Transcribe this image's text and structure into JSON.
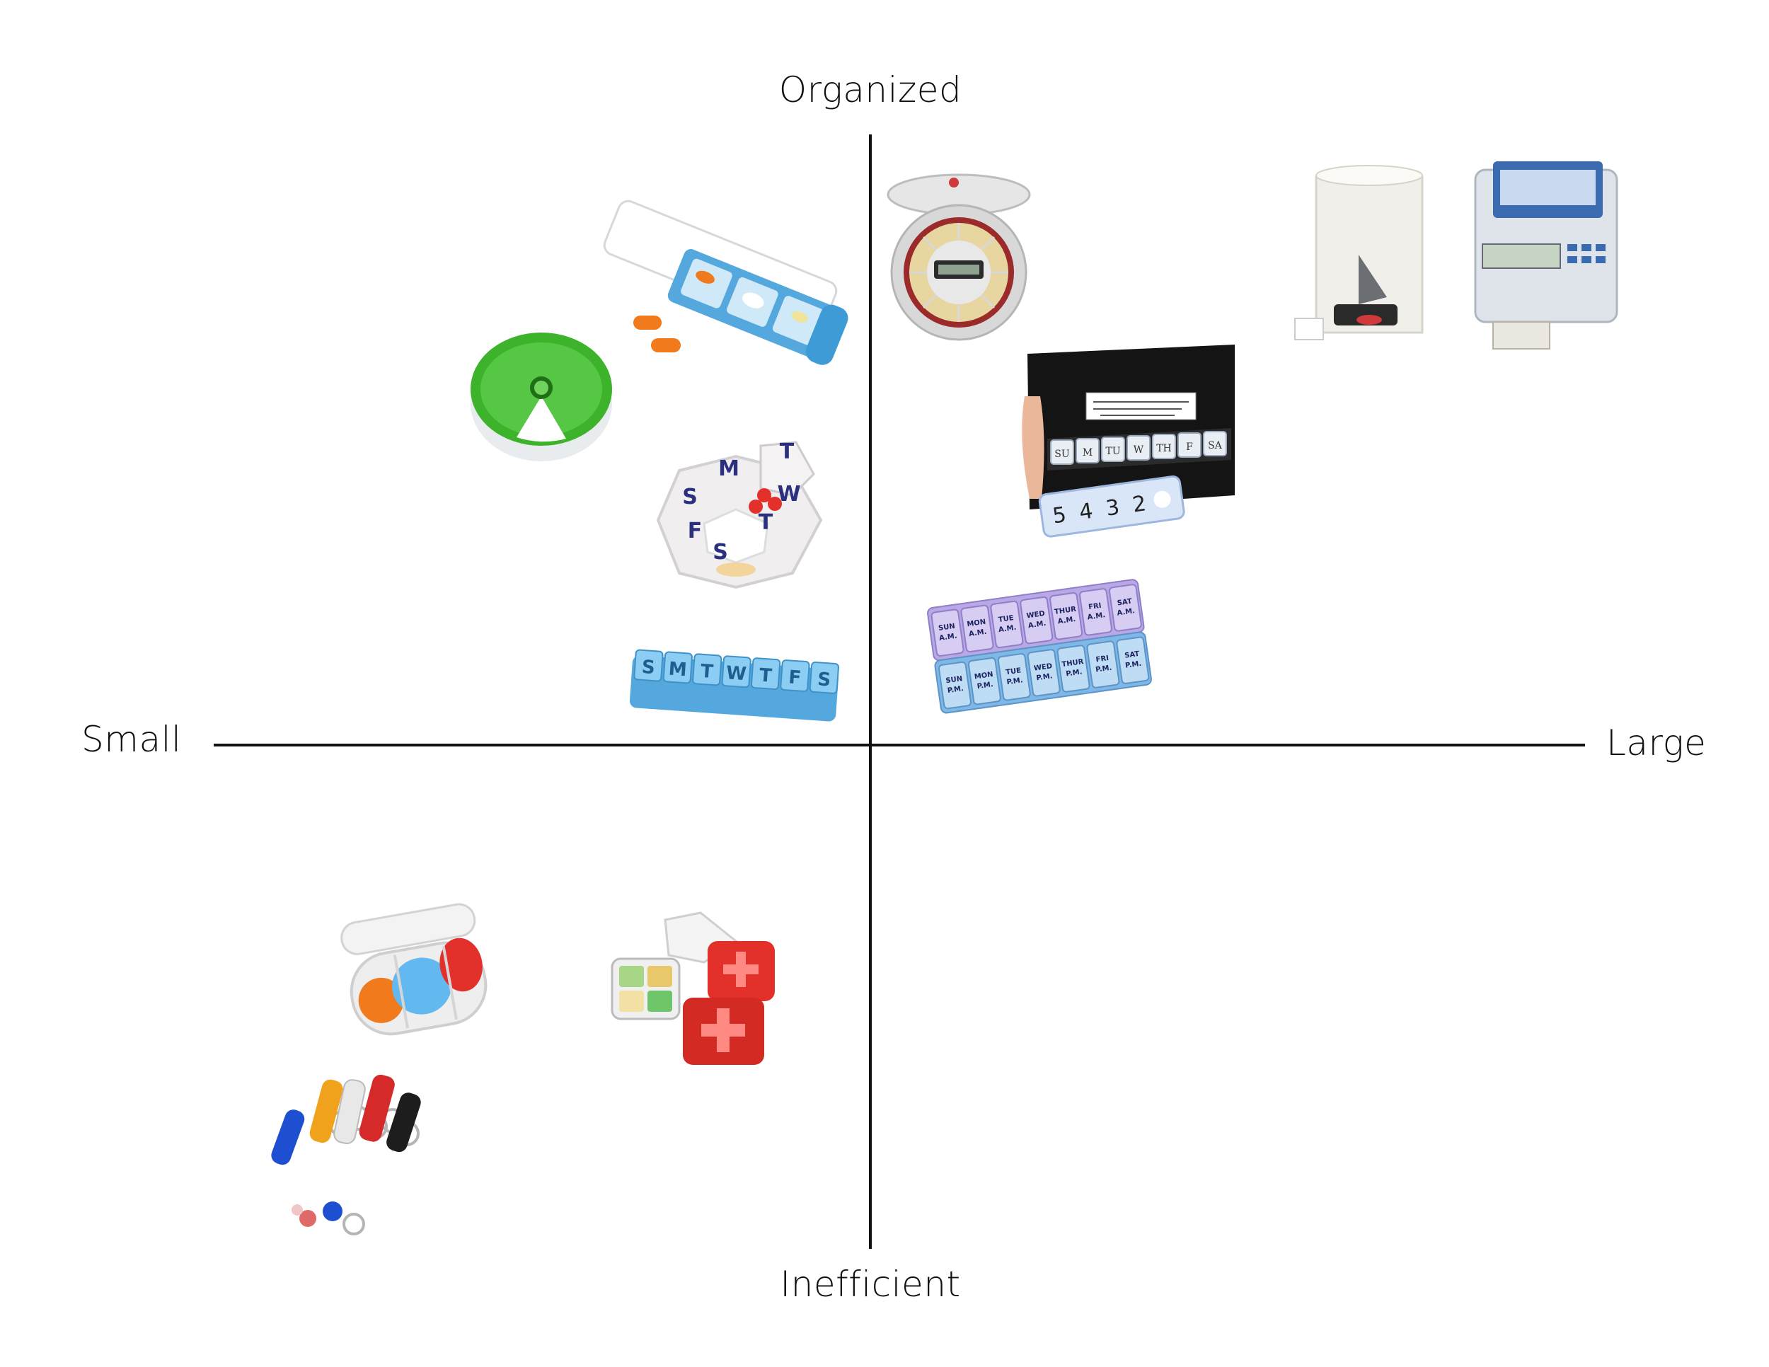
{
  "axes": {
    "top": "Organized",
    "bottom": "Inefficient",
    "left": "Small",
    "right": "Large"
  },
  "colors": {
    "axis": "#111111",
    "green": "#3cb32a",
    "blue": "#54a8de",
    "purple": "#b9a7e6",
    "red": "#e3302a",
    "orange": "#f07a1c",
    "grey": "#cfd2d4",
    "black": "#1d1d1d"
  },
  "items": [
    {
      "name": "slide-pill-case",
      "quadrant": "small-organized"
    },
    {
      "name": "round-dial-organizer",
      "quadrant": "small-organized"
    },
    {
      "name": "hexagon-weekly-organizer",
      "quadrant": "small-organized"
    },
    {
      "name": "weekly-strip-organizer",
      "quadrant": "small-organized"
    },
    {
      "name": "automatic-dial-dispenser",
      "quadrant": "large-organized"
    },
    {
      "name": "electronic-dispenser-tower",
      "quadrant": "large-organized"
    },
    {
      "name": "electronic-dispenser-box",
      "quadrant": "large-organized"
    },
    {
      "name": "wallet-pill-organizer",
      "quadrant": "large-organized"
    },
    {
      "name": "am-pm-weekly-organizer",
      "quadrant": "large-organized"
    },
    {
      "name": "oval-travel-case",
      "quadrant": "small-inefficient"
    },
    {
      "name": "square-cross-cases",
      "quadrant": "small-inefficient"
    },
    {
      "name": "keychain-capsules",
      "quadrant": "small-inefficient"
    }
  ],
  "strip_days": [
    "S",
    "M",
    "T",
    "W",
    "T",
    "F",
    "S"
  ],
  "hex_days": [
    "S",
    "M",
    "T",
    "W",
    "T",
    "F",
    "S"
  ],
  "am_labels": [
    "SUN A.M.",
    "MON A.M.",
    "TUE A.M.",
    "WED A.M.",
    "THUR A.M.",
    "FRI A.M.",
    "SAT A.M."
  ],
  "pm_labels": [
    "SUN P.M.",
    "MON P.M.",
    "TUE P.M.",
    "WED P.M.",
    "THUR P.M.",
    "FRI P.M.",
    "SAT P.M."
  ],
  "wallet_days": [
    "SU",
    "M",
    "TU",
    "W",
    "TH",
    "F",
    "SA"
  ],
  "wallet_numbers": [
    "5",
    "4",
    "3",
    "2"
  ]
}
